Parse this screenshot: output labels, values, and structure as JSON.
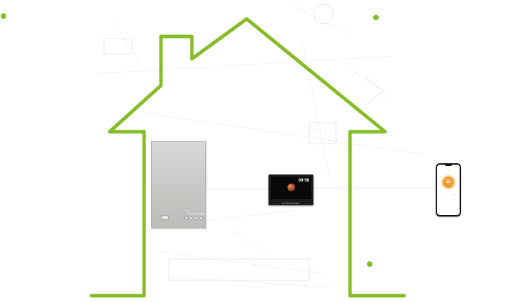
{
  "scene": {
    "accent_color": "#86bc25",
    "sketch_color": "#e4e4e4"
  },
  "boiler": {
    "brand": "■ CHAFFOTEAUX",
    "display_value": "",
    "color": "#cfcfcd"
  },
  "controller": {
    "time": "09:58",
    "date": "",
    "brand": "■ CHAFFOTEAUX",
    "screen_image": "planet"
  },
  "phone": {
    "title": "",
    "temperature": "35",
    "minus_label": "−",
    "plus_label": "+",
    "link_text": "",
    "dial_color": "#f39a2c"
  }
}
